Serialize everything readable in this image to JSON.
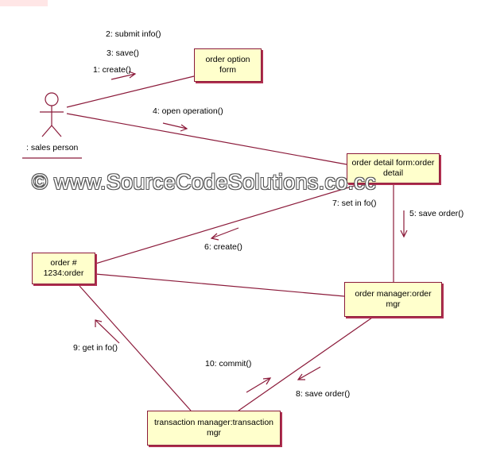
{
  "diagram": {
    "actor": {
      "name": ": sales person"
    },
    "objects": {
      "order_option_form": "order option form",
      "order_detail_form": "order detail form:order detail",
      "order_1234": "order # 1234:order",
      "order_manager": "order manager:order mgr",
      "transaction_manager": "transaction manager:transaction mgr"
    },
    "messages": {
      "m1": "1: create()",
      "m2": "2: submit info()",
      "m3": "3: save()",
      "m4": "4: open operation()",
      "m5": "5: save order()",
      "m6": "6: create()",
      "m7": "7: set in fo()",
      "m8": "8: save order()",
      "m9": "9: get in fo()",
      "m10": "10: commit()"
    },
    "watermark": "© www.SourceCodeSolutions.co.cc"
  },
  "colors": {
    "line": "#8b1a3a",
    "box_fill": "#ffffcc"
  }
}
